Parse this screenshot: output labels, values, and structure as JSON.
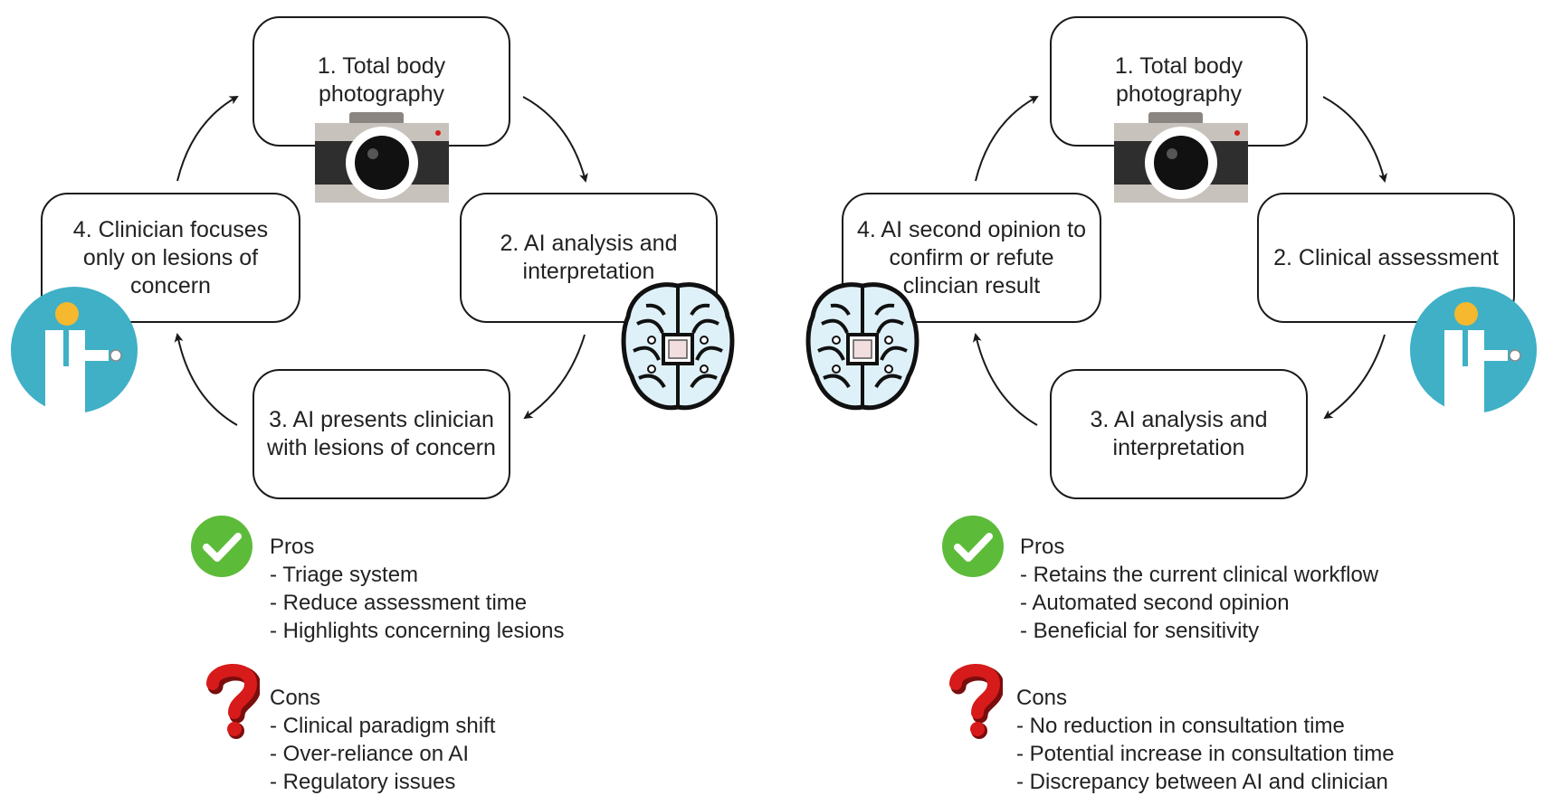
{
  "left": {
    "steps": [
      "1. Total body\nphotography",
      "2. AI analysis and\ninterpretation",
      "3. AI presents clinician\nwith lesions of concern",
      "4. Clinician focuses\nonly on lesions of\nconcern"
    ],
    "pros_title": "Pros",
    "pros": [
      "- Triage system",
      "- Reduce assessment time",
      "- Highlights concerning lesions"
    ],
    "cons_title": "Cons",
    "cons": [
      "- Clinical paradigm shift",
      "- Over-reliance on AI",
      "- Regulatory issues"
    ]
  },
  "right": {
    "steps": [
      "1. Total body\nphotography",
      "2. Clinical assessment",
      "3. AI analysis and\ninterpretation",
      "4. AI second opinion to\nconfirm or refute\nclincian result"
    ],
    "pros_title": "Pros",
    "pros": [
      "- Retains the current clinical workflow",
      "- Automated second opinion",
      "- Beneficial for sensitivity"
    ],
    "cons_title": "Cons",
    "cons": [
      "- No reduction in consultation time",
      "- Potential increase in consultation time",
      "- Discrepancy between AI and clinician"
    ]
  },
  "icons": {
    "camera": "camera-icon",
    "brain": "brain-chip-icon",
    "clinician": "clinician-icon",
    "check": "check-circle-icon",
    "question": "question-mark-icon"
  },
  "colors": {
    "check_green": "#5dbb3a",
    "question_red": "#d71a1a",
    "clinician_teal": "#3fb0c6",
    "clinician_head": "#f5b82e",
    "brain_fill": "#dff1f8"
  }
}
